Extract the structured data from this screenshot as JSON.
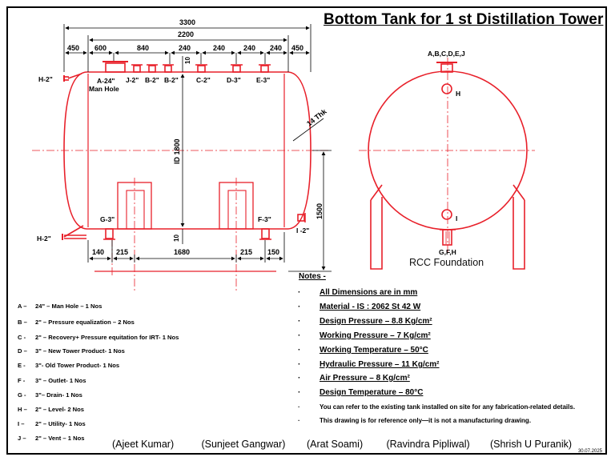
{
  "title": "Bottom Tank for 1 st Distillation Tower",
  "dimensions": {
    "overall_length": "3300",
    "shell_length": "2200",
    "end_left": "450",
    "end_right": "450",
    "nozzle_spacing": [
      "600",
      "840",
      "240",
      "240",
      "240",
      "240"
    ],
    "bottom_spacing": [
      "140",
      "215",
      "1680",
      "215",
      "150"
    ],
    "inner_diameter": "ID 1800",
    "shell_thickness": "14 Thk",
    "centre_height": "1500",
    "top_gap": "10",
    "bottom_gap": "10"
  },
  "nozzle_labels": {
    "a": "A-24\"",
    "a_sub": "Man Hole",
    "j": "J-2\"",
    "b1": "B-2\"",
    "b2": "B-2\"",
    "c": "C-2\"",
    "d": "D-3\"",
    "e": "E-3\"",
    "g": "G-3\"",
    "f": "F-3\"",
    "h_top": "H-2\"",
    "h_bottom": "H-2\"",
    "i": "I -2\""
  },
  "side_view": {
    "top_label": "A,B,C,D,E,J",
    "h_label": "H",
    "i_label": "I",
    "bottom_label": "G,F,H",
    "foundation_label": "RCC Foundation"
  },
  "legend": [
    {
      "key": "A –",
      "text": "24\" – Man Hole – 1 Nos"
    },
    {
      "key": "B –",
      "text": "2\" – Pressure equalization – 2 Nos"
    },
    {
      "key": "C -",
      "text": "2\" – Recovery+ Pressure equitation for IRT- 1 Nos"
    },
    {
      "key": "D –",
      "text": "3\" – New Tower Product- 1 Nos"
    },
    {
      "key": "E -",
      "text": "3\"- Old Tower Product- 1 Nos"
    },
    {
      "key": "F -",
      "text": "3\" – Outlet- 1 Nos"
    },
    {
      "key": "G -",
      "text": "3\"– Drain- 1 Nos"
    },
    {
      "key": "H –",
      "text": "2\" – Level- 2 Nos"
    },
    {
      "key": "I –",
      "text": "2\" – Utility- 1 Nos"
    },
    {
      "key": "J –",
      "text": "2\" – Vent – 1 Nos"
    }
  ],
  "notes": {
    "heading": "Notes -",
    "items": [
      {
        "bullet": "·",
        "text": "All Dimensions are in mm"
      },
      {
        "bullet": "·",
        "text": "Material -  IS : 2062 St 42 W"
      },
      {
        "bullet": "·",
        "text": "Design Pressure – 8.8 Kg/cm²"
      },
      {
        "bullet": "·",
        "text": "Working Pressure – 7 Kg/cm²"
      },
      {
        "bullet": "·",
        "text": "Working Temperature – 50°C"
      },
      {
        "bullet": "·",
        "text": "Hydraulic Pressure – 11 Kg/cm²"
      },
      {
        "bullet": "·",
        "text": "Air Pressure – 8 Kg/cm²"
      },
      {
        "bullet": "·",
        "text": "Design Temperature – 80°C"
      },
      {
        "bullet": "·",
        "text": "You can refer to the existing tank installed on site for any fabrication-related details."
      },
      {
        "bullet": "·",
        "text": "This drawing is for reference only—it is not a manufacturing drawing."
      }
    ]
  },
  "signatures": [
    "(Ajeet Kumar)",
    "(Sunjeet Gangwar)",
    "(Arat Soami)",
    "(Ravindra Pipliwal)",
    "(Shrish U Puranik)"
  ],
  "date": "30.07.2025",
  "colors": {
    "drawing": "#e8202a",
    "dimension": "#000000",
    "centerline": "#e8202a"
  }
}
